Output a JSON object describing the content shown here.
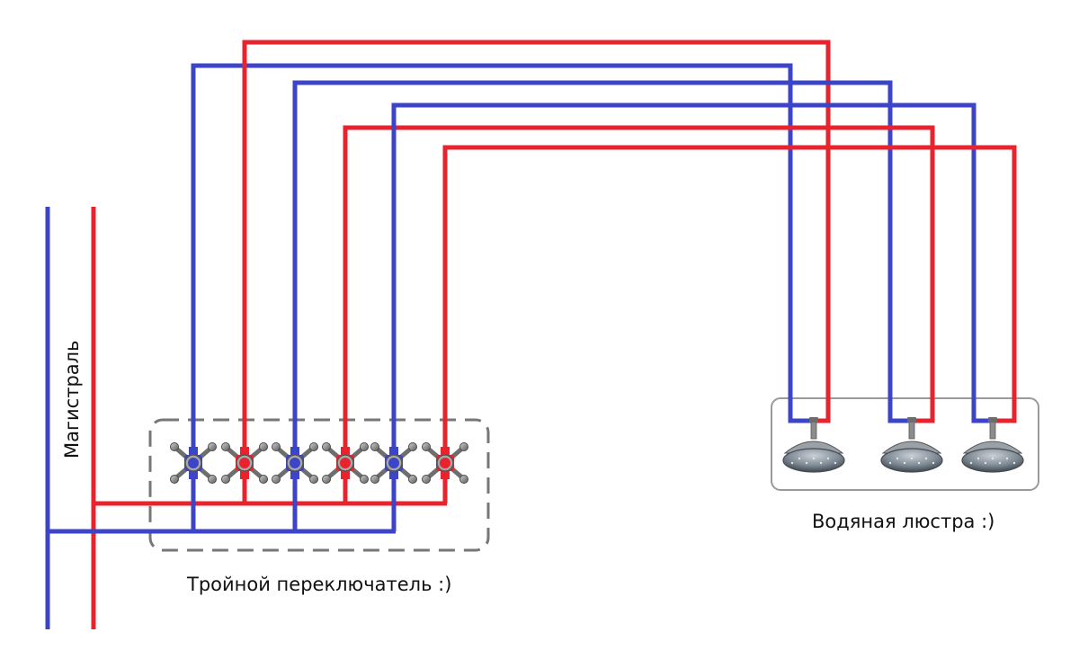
{
  "labels": {
    "main_line": "Магистраль",
    "switch": "Тройной переключатель  :)",
    "chandelier": "Водяная люстра  :)"
  },
  "colors": {
    "hot": "#e8232e",
    "cold": "#3c45c8",
    "frame": "#777777",
    "valve_metal": "#8a8a8a"
  },
  "valves": [
    {
      "type": "cold"
    },
    {
      "type": "hot"
    },
    {
      "type": "cold"
    },
    {
      "type": "hot"
    },
    {
      "type": "cold"
    },
    {
      "type": "hot"
    }
  ],
  "shower_heads": [
    {
      "name": "shower-head-1"
    },
    {
      "name": "shower-head-2"
    },
    {
      "name": "shower-head-3"
    }
  ],
  "icons": {
    "valve": "cross-handle-valve-icon",
    "shower": "shower-head-icon"
  }
}
